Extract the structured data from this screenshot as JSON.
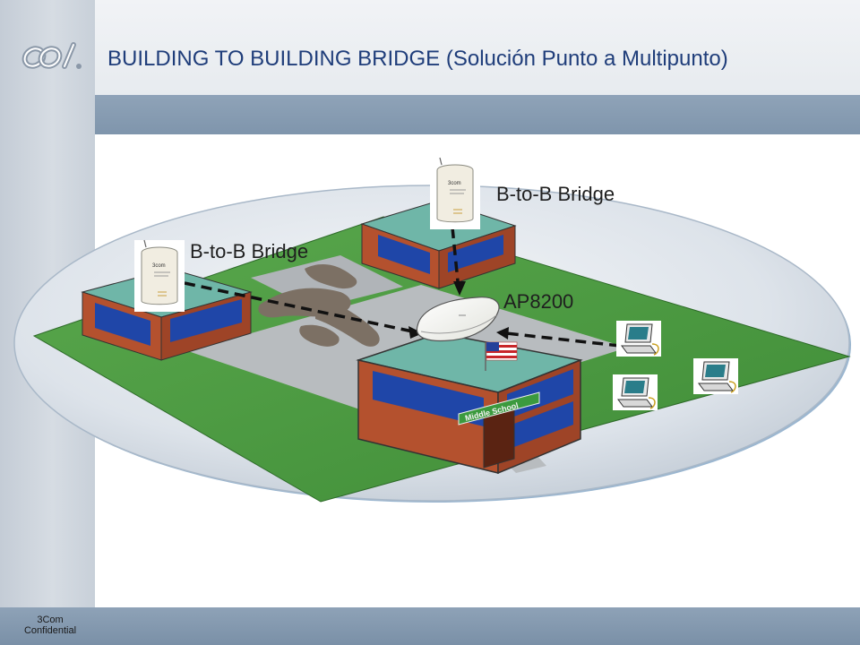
{
  "slide": {
    "title": "BUILDING TO BUILDING BRIDGE (Solución Punto a Multipunto)",
    "footer": {
      "company": "3Com",
      "classification": "Confidential"
    }
  },
  "diagram": {
    "bridge_left_label": "B-to-B Bridge",
    "bridge_top_label": "B-to-B Bridge",
    "ap_label": "AP8200",
    "school_sign": "Middle School",
    "device_brand": "3com"
  },
  "colors": {
    "title": "#1f3d7a",
    "band": "#8699ae",
    "grass": "#4a9a40",
    "brick": "#b4512e",
    "roof": "#6fb6a8"
  }
}
